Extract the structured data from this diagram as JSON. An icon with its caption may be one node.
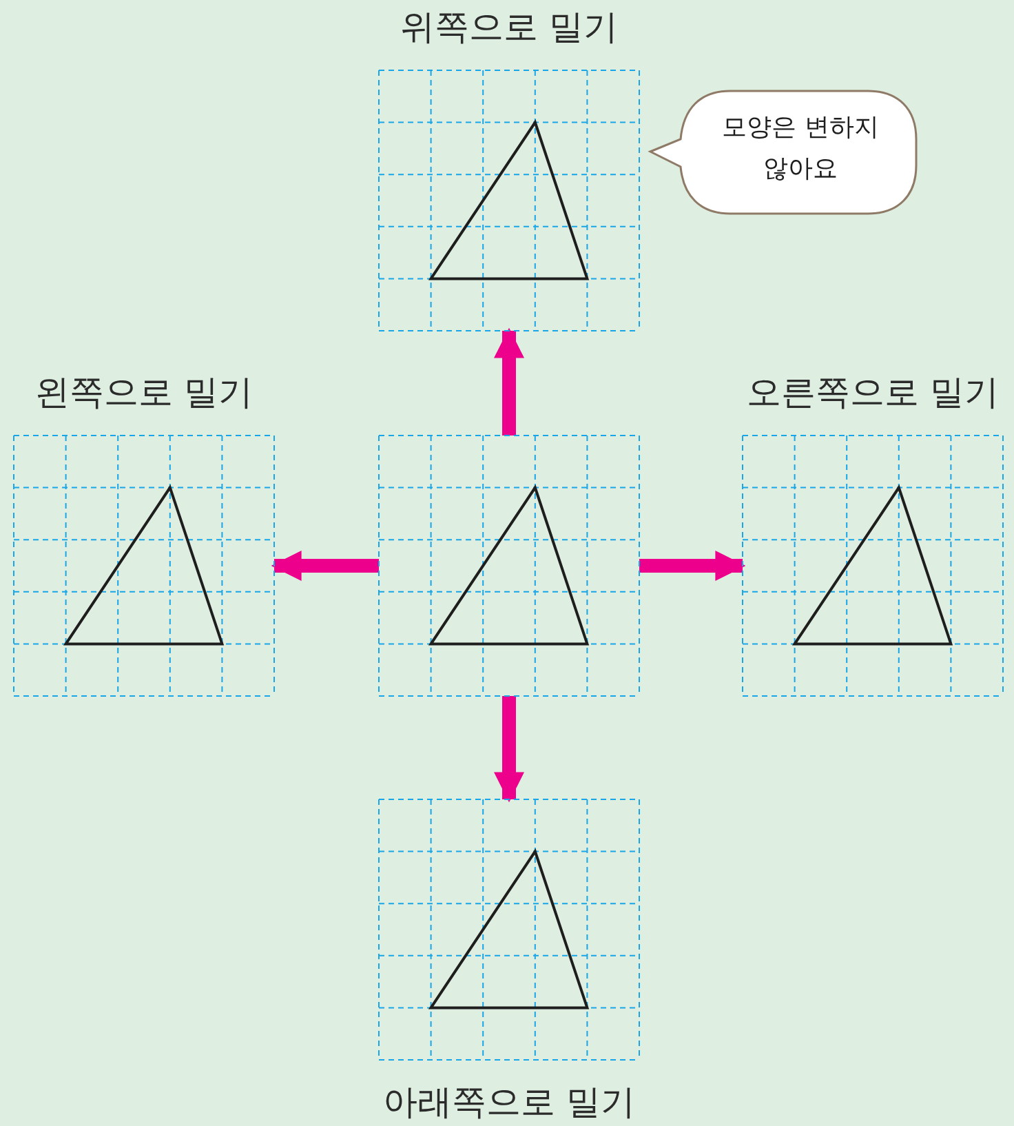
{
  "diagram": {
    "nodes": [
      {
        "text": [],
        "shape": "box"
      },
      {
        "text": [
          "위쪽으로 밀기"
        ]
      },
      {
        "text": [
          "왼쪽으로 밀기"
        ]
      },
      {
        "text": [
          "오른쪽으로 밀기"
        ]
      },
      {
        "text": [
          "아래쪽으로 밀기"
        ]
      },
      {
        "text": [
          "모양은 변하지 않아요"
        ]
      }
    ],
    "edges": [
      {
        "from": 0,
        "to": 1,
        "arrow": "to"
      },
      {
        "from": 0,
        "to": 2,
        "arrow": "to"
      },
      {
        "from": 0,
        "to": 3,
        "arrow": "to"
      },
      {
        "from": 0,
        "to": 4,
        "arrow": "to"
      }
    ]
  }
}
